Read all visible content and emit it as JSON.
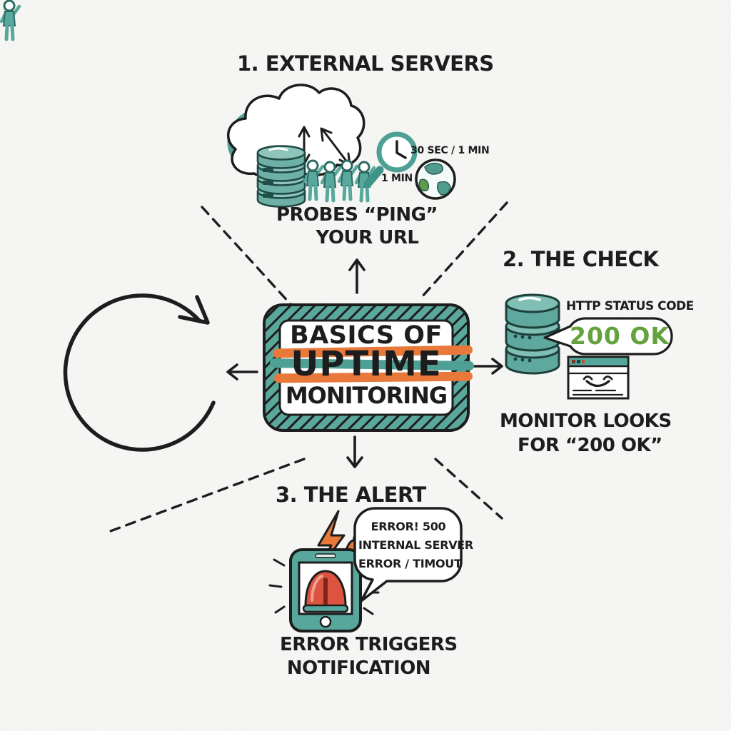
{
  "meta": {
    "description": "Hand-drawn whiteboard infographic explaining the basics of uptime monitoring"
  },
  "colors": {
    "teal": "#5aa79c",
    "teal_dark": "#1d4a44",
    "orange": "#e8793b",
    "green": "#63a23c",
    "red": "#dc5440",
    "ink": "#1d1d1d",
    "background": "#fafaf8"
  },
  "center_box": {
    "line1": "BASICS OF",
    "line2": "UPTIME",
    "line3": "MONITORING"
  },
  "section1": {
    "heading": "1. EXTERNAL SERVERS",
    "interval_top": "30 SEC / 1 MIN",
    "interval_bottom": "1 MIN",
    "caption1": "PROBES “PING”",
    "caption2": "YOUR URL"
  },
  "section2": {
    "heading": "2. THE CHECK",
    "http_label": "HTTP STATUS CODE",
    "status": "200 OK",
    "caption1": "MONITOR LOOKS",
    "caption2": "FOR “200 OK”"
  },
  "section3": {
    "heading": "3. THE ALERT",
    "bubble1": "ERROR! 500",
    "bubble2": "INTERNAL SERVER",
    "bubble3": "ERROR / TIMOUT",
    "caption1": "ERROR TRIGGERS",
    "caption2": "NOTIFICATION"
  },
  "icons": {
    "cloud-icon": "cloud outline with teal shading",
    "server-stack-icon": "4-disc teal server stack",
    "probe-people-icon": "four teal probe figures",
    "magnifier-clock-icon": "teal magnifying glass with clock",
    "globe-icon": "globe with teal continents",
    "database-icon": "3-disc teal database with dots",
    "status-speech-bubble": "speech bubble pointing at database",
    "browser-window-icon": "browser window with smiley",
    "loop-arrow-icon": "large circular clockwise arrow",
    "lightning-icon": "orange lightning bolt",
    "bell-icon": "orange notification bell",
    "phone-icon": "teal smartphone",
    "siren-icon": "red alarm siren on phone screen",
    "alert-speech-bubble": "speech bubble with error message",
    "dashed-connector": "dashed diagonal connector lines",
    "arrow-icon": "straight connector arrows"
  }
}
